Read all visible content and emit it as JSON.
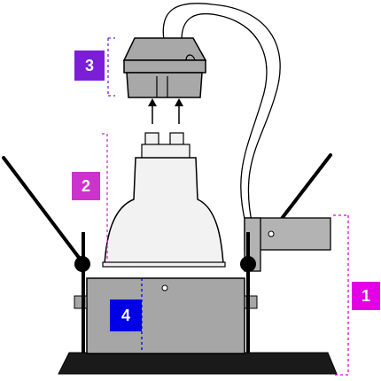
{
  "diagram": {
    "colors": {
      "callout_1": "#e400e4",
      "callout_2": "#cc33cc",
      "callout_3": "#7a1fd6",
      "callout_4": "#0000e6",
      "housing": "#a6a6a6",
      "bracket": "#b3b3b3",
      "bulb_fill": "#f2f2f2",
      "connector": "#a8a8a8",
      "outline": "#000000"
    },
    "callouts": [
      {
        "id": "1",
        "part": "housing-and-junction-box"
      },
      {
        "id": "2",
        "part": "gu10-lamp"
      },
      {
        "id": "3",
        "part": "lamp-connector"
      },
      {
        "id": "4",
        "part": "mounting-plate"
      }
    ],
    "icons": [
      "arrow-up-icon",
      "spring-clip-icon",
      "wire-icon"
    ]
  }
}
